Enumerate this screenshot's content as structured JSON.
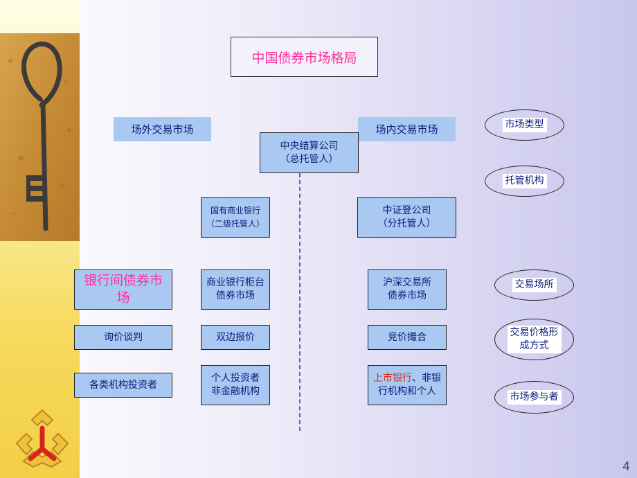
{
  "title": "中国债券市场格局",
  "otc_market_label": "场外交易市场",
  "exchange_market_label": "场内交易市场",
  "central_depository": [
    "中央结算公司",
    "（总托管人）"
  ],
  "state_banks": [
    "国有商业银行",
    "（二级托管人）"
  ],
  "csdc": [
    "中证登公司",
    "（分托管人）"
  ],
  "interbank_market": "银行间债券市场",
  "counter_market": [
    "商业银行柜台",
    "债券市场"
  ],
  "exchange_venue": [
    "沪深交易所",
    "债券市场"
  ],
  "inquiry": "询价谈判",
  "bilateral": "双边报价",
  "auction": "竞价撮合",
  "institutional_investors": "各类机构投资者",
  "individual_investors": [
    "个人投资者",
    "非金融机构"
  ],
  "listed_banks_red": "上市银行",
  "listed_banks_rest_line1": "、非银",
  "listed_banks_line2": "行机构和个人",
  "legend": {
    "market_type": "市场类型",
    "custodian": "托管机构",
    "venue": "交易场所",
    "price_formation": [
      "交易价格形",
      "成方式"
    ],
    "participants": "市场参与者"
  },
  "page_number": "4",
  "colors": {
    "box_fill": "#a9c9f2",
    "title_text": "#ff2e99",
    "box_text": "#0a1c7a",
    "accent_red": "#e0281e"
  }
}
